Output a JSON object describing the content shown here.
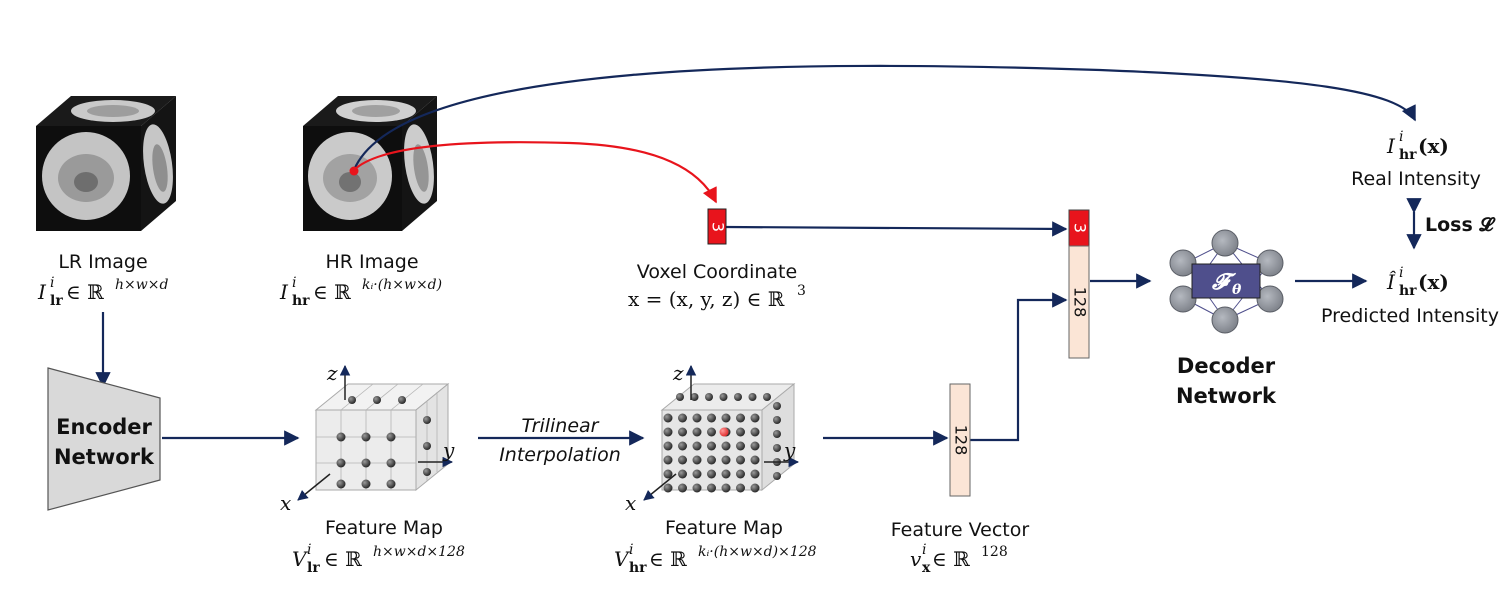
{
  "lr_image": {
    "label": "LR Image",
    "formula": "I",
    "formula_sup": "i",
    "formula_sub": "lr",
    "formula_rest": " ∈ ℝ",
    "formula_exp": "h×w×d"
  },
  "hr_image": {
    "label": "HR Image",
    "formula": "I",
    "formula_sup": "i",
    "formula_sub": "hr",
    "formula_rest": " ∈ ℝ",
    "formula_exp": "kᵢ·(h×w×d)"
  },
  "voxel": {
    "label": "Voxel Coordinate",
    "formula": "x = (x, y, z) ∈ ℝ",
    "formula_exp": "3",
    "box_value": "3"
  },
  "encoder": {
    "line1": "Encoder",
    "line2": "Network"
  },
  "feature_map_lr": {
    "label": "Feature Map",
    "formula": "V",
    "formula_sup": "i",
    "formula_sub": "lr",
    "formula_rest": " ∈ ℝ",
    "formula_exp": "h×w×d×128",
    "axis_z": "z",
    "axis_y": "y",
    "axis_x": "x"
  },
  "interpolation": {
    "line1": "Trilinear",
    "line2": "Interpolation"
  },
  "feature_map_hr": {
    "label": "Feature Map",
    "formula": "V",
    "formula_sup": "i",
    "formula_sub": "hr",
    "formula_rest": " ∈ ℝ",
    "formula_exp": "kᵢ·(h×w×d)×128",
    "axis_z": "z",
    "axis_y": "y",
    "axis_x": "x"
  },
  "feature_vector": {
    "label": "Feature Vector",
    "formula": "v",
    "formula_sup": "i",
    "formula_sub": "x",
    "formula_rest": " ∈ ℝ",
    "formula_exp": "128",
    "box_value": "128"
  },
  "concat": {
    "top_value": "3",
    "bottom_value": "128"
  },
  "decoder": {
    "symbol": "𝓕",
    "symbol_sub": "θ",
    "line1": "Decoder",
    "line2": "Network"
  },
  "real_intensity": {
    "formula": "I",
    "formula_sup": "i",
    "formula_sub": "hr",
    "formula_rest": "(x)",
    "label": "Real Intensity"
  },
  "predicted_intensity": {
    "formula": "Î",
    "formula_sup": "i",
    "formula_sub": "hr",
    "formula_rest": "(x)",
    "label": "Predicted Intensity"
  },
  "loss": {
    "label": "Loss 𝓛"
  },
  "colors": {
    "arrow_navy": "#14285a",
    "arrow_red": "#e8141c",
    "red_box": "#e8141c",
    "peach_box": "#fbe5d6",
    "encoder_fill": "#d9d9d9",
    "decoder_node": "#8f949c",
    "decoder_center": "#4f4f8c"
  }
}
